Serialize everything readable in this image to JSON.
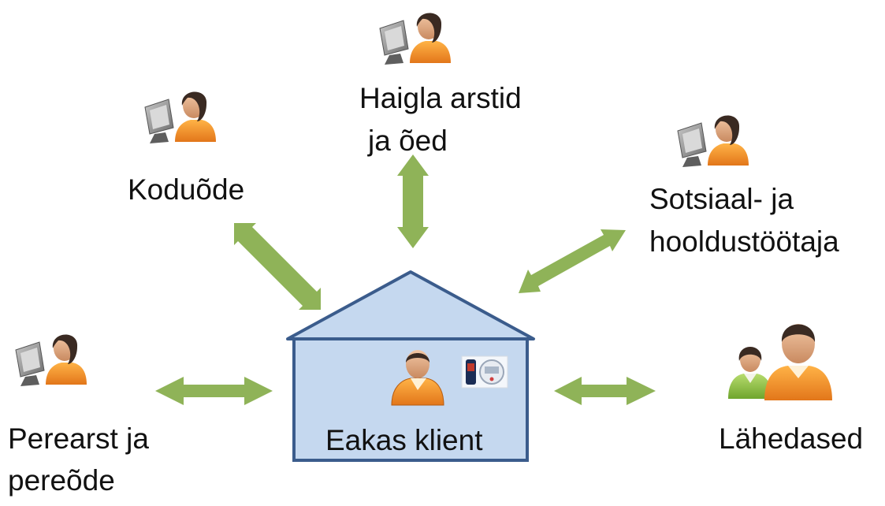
{
  "colors": {
    "arrow": "#8fb358",
    "house_fill": "#c5d8ef",
    "house_stroke": "#3b5c8c",
    "person_body": "#f28c1e",
    "person_skin": "#d99a73",
    "person_hair": "#3a2a22",
    "relative_body": "#8fc13e",
    "monitor": "#9a9a9a"
  },
  "center": {
    "label": "Eakas klient",
    "person_icon": "person-icon",
    "device_icon": "blood-pressure-monitor-icon"
  },
  "nodes": {
    "koduode": {
      "line1": "Koduõde",
      "icon": "computer-user-icon"
    },
    "haigla": {
      "line1": "Haigla arstid",
      "line2": "ja õed",
      "icon": "computer-user-icon"
    },
    "sotsiaal": {
      "line1": "Sotsiaal- ja",
      "line2": "hooldustöötaja",
      "icon": "computer-user-icon"
    },
    "perearst": {
      "line1": "Perearst ja",
      "line2": "pereõde",
      "icon": "computer-user-icon"
    },
    "lahedased": {
      "line1": "Lähedased",
      "icon": "family-icon"
    }
  }
}
